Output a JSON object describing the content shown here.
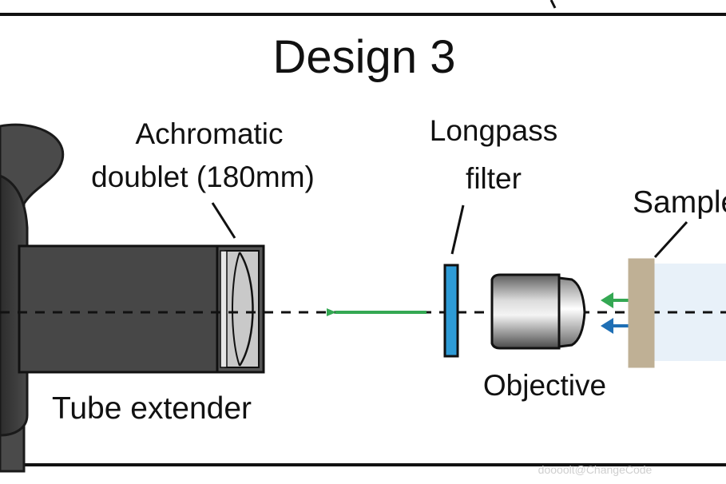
{
  "title": "Design 3",
  "labels": {
    "achromatic_line1": "Achromatic",
    "achromatic_line2": "doublet (180mm)",
    "longpass_line1": "Longpass",
    "longpass_line2": "filter",
    "sample": "Sample",
    "objective": "Objective",
    "tube_extender": "Tube extender"
  },
  "watermark": "doooolt@ChangeCode",
  "colors": {
    "border": "#111111",
    "camera_body": "#3a3a3a",
    "tube": "#474747",
    "lens": "#bdbdbd",
    "filter": "#2e9bd6",
    "sample_slide": "#bfb095",
    "sample_region": "#e8f1f9",
    "emission_arrow": "#34a853",
    "excitation_arrow": "#1f6fb5"
  }
}
